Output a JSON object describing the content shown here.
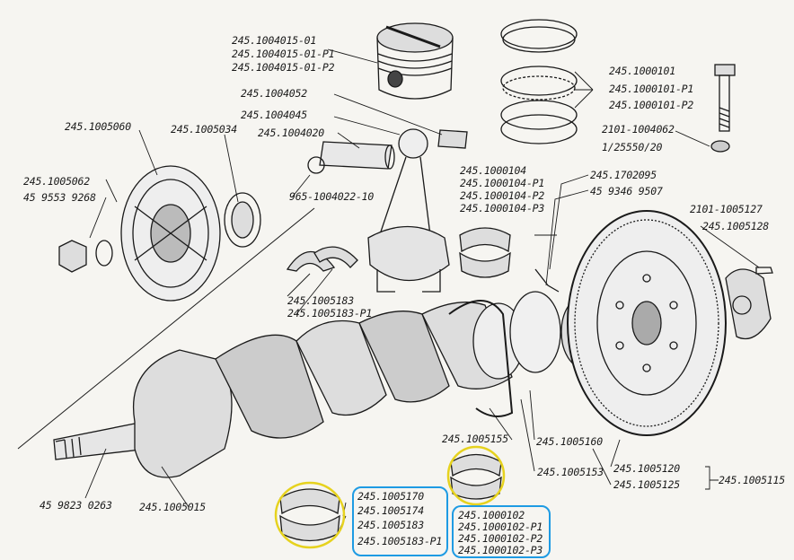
{
  "highlight_colors": {
    "box": "#1e9be3",
    "circle": "#e6d21e"
  },
  "labels": {
    "piston": [
      "245.1004015-01",
      "245.1004015-01-P1",
      "245.1004015-01-P2"
    ],
    "pin_bushing": "245.1004052",
    "connecting_rod": "245.1004045",
    "piston_pin": "245.1004020",
    "retaining_ring": "965-1004022-10",
    "rings": [
      "245.1000101",
      "245.1000101-P1",
      "245.1000101-P2"
    ],
    "bolt": "2101-1004062",
    "nut": "1/25550/20",
    "pulley": "245.1005060",
    "seal_front": "245.1005034",
    "pulley_washer": "245.1005062",
    "pulley_nut": "45 9553 9268",
    "rod_bearings": [
      "245.1000104",
      "245.1000104-P1",
      "245.1000104-P2",
      "245.1000104-P3"
    ],
    "pin_1702": "245.1702095",
    "bushing_9507": "45 9346 9507",
    "flywheel_bolt_a": "2101-1005127",
    "flywheel_bolt_b": "245.1005128",
    "thrust_halves": [
      "245.1005183",
      "245.1005183-P1"
    ],
    "crank_key": "45 9823 0263",
    "crankshaft": "245.1005015",
    "oil_seal": "245.1005155",
    "seal_holder": "245.1005160",
    "gasket": "245.1005153",
    "flywheel": [
      "245.1005120",
      "245.1005125"
    ],
    "flywheel_assy": "245.1005115",
    "main_bearings_left": [
      "245.1005170",
      "245.1005174",
      "245.1005183",
      "245.1005183-P1"
    ],
    "main_bearings_right": [
      "245.1000102",
      "245.1000102-P1",
      "245.1000102-P2",
      "245.1000102-P3"
    ]
  }
}
